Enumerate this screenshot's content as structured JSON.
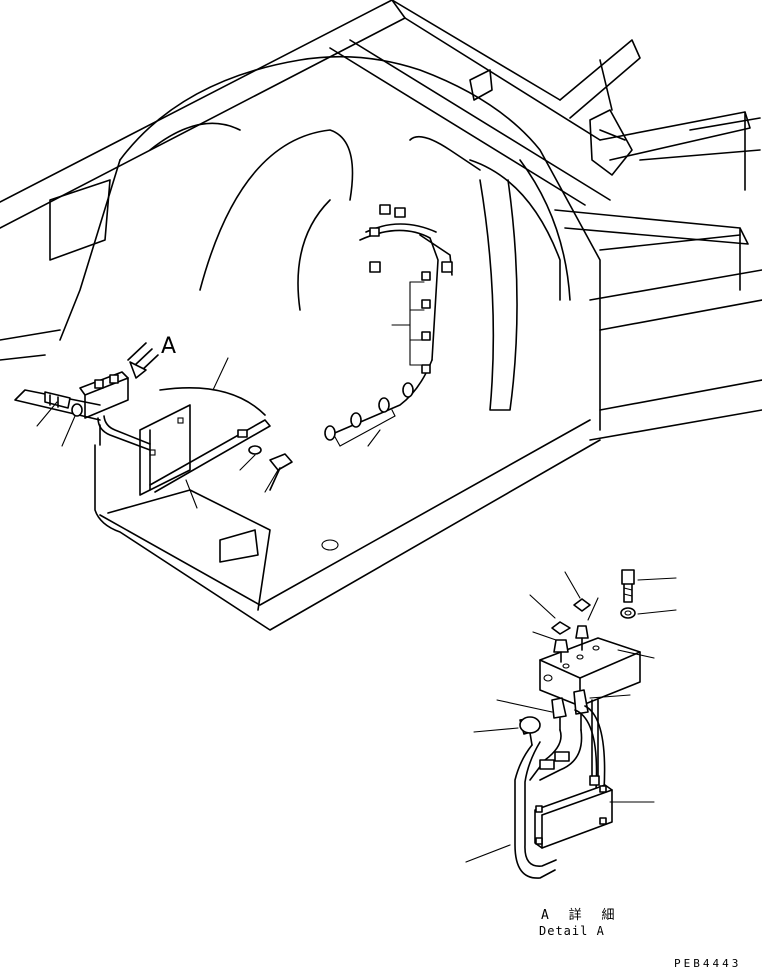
{
  "view_label": "A",
  "detail": {
    "title_jp": "A 詳 細",
    "title_en": "Detail A"
  },
  "drawing_number": "PEB4443"
}
